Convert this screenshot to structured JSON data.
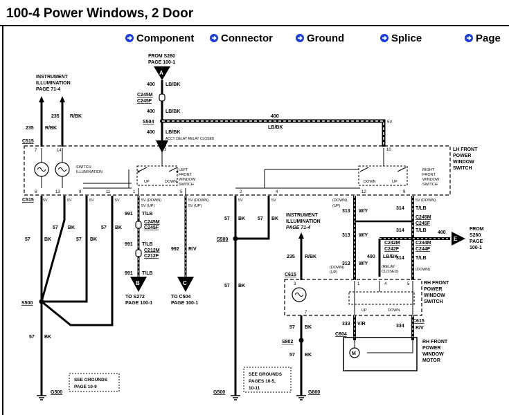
{
  "header": {
    "title": "100-4 Power Windows, 2 Door"
  },
  "nav": {
    "component": "Component",
    "connector": "Connector",
    "ground": "Ground",
    "splice": "Splice",
    "page": "Page"
  },
  "labels": {
    "from_s260_a": "FROM S260",
    "page_100_1_a": "PAGE 100-1",
    "circle_a": "A",
    "instr_illum_1": "INSTRUMENT",
    "instr_illum_2": "ILLUMINATION",
    "instr_illum_page": "PAGE 71-4",
    "w400": "400",
    "lbbk": "LB/BK",
    "c245m": "C245M",
    "c245f": "C245F",
    "s504": "S504",
    "ignition_note": "ACCY DELAY RELAY CLOSED",
    "w235": "235",
    "rbk": "R/BK",
    "c515": "C515",
    "pin7": "7",
    "pin14": "14",
    "pin3": "3",
    "pin10": "10",
    "lh_switch_1": "LH FRONT",
    "lh_switch_2": "POWER",
    "lh_switch_3": "WINDOW",
    "lh_switch_4": "SWITCH",
    "switch_illum_1": "SWITCH",
    "switch_illum_2": "ILLUMINATION",
    "left_fw_1": "LEFT",
    "left_fw_2": "FRONT",
    "left_fw_3": "WINDOW",
    "left_fw_4": "SWITCH",
    "right_fw_1": "RIGHT",
    "right_fw_2": "FRONT",
    "right_fw_3": "WINDOW",
    "right_fw_4": "SWITCH",
    "up": "UP",
    "down": "DOWN",
    "pin6": "6",
    "pin13": "13",
    "pin9": "9",
    "pin11": "11",
    "pin1": "1",
    "pin5": "5",
    "pin2": "2",
    "pin4": "4",
    "pin12": "12",
    "pin8": "8",
    "w57": "57",
    "bk": "BK",
    "w991": "991",
    "tlb": "T/LB",
    "w992": "992",
    "rv": "R/V",
    "c212m": "C212M",
    "c212f": "C212F",
    "down_note": "(DOWN)",
    "up_note": "(UP)",
    "circle_b": "B",
    "circle_c": "C",
    "to_s272": "TO S272",
    "to_c504": "TO C504",
    "page_100_1": "PAGE 100-1",
    "s500": "S500",
    "g500": "G500",
    "see_grounds": "SEE GROUNDS",
    "page_10_9": "PAGE 10-9",
    "pages_10_5": "PAGES 10-5,",
    "pages_10_11": "10-11",
    "w313": "313",
    "wy": "W/Y",
    "w314": "314",
    "c242m": "C242M",
    "c242f": "C242F",
    "c244m": "C244M",
    "c244f": "C244F",
    "relay_note_1": "(RELAY",
    "relay_note_2": "CLOSED)",
    "from_s260_e": "FROM",
    "s260": "S260",
    "page_e": "PAGE",
    "page_e_num": "100-1",
    "circle_e": "E",
    "c615": "C615",
    "rh_switch_1": "RH FRONT",
    "rh_switch_2": "POWER",
    "rh_switch_3": "WINDOW",
    "rh_switch_4": "SWITCH",
    "w333": "333",
    "vr": "V/R",
    "w334": "334",
    "c604": "C604",
    "rh_motor_1": "RH FRONT",
    "rh_motor_2": "POWER",
    "rh_motor_3": "WINDOW",
    "rh_motor_4": "MOTOR",
    "m": "M",
    "s802": "S802",
    "g800": "G800",
    "sv": "5V"
  },
  "colors": {
    "accent_nav_icon": "#1a3fd6",
    "line": "#000000",
    "background": "#ffffff"
  }
}
